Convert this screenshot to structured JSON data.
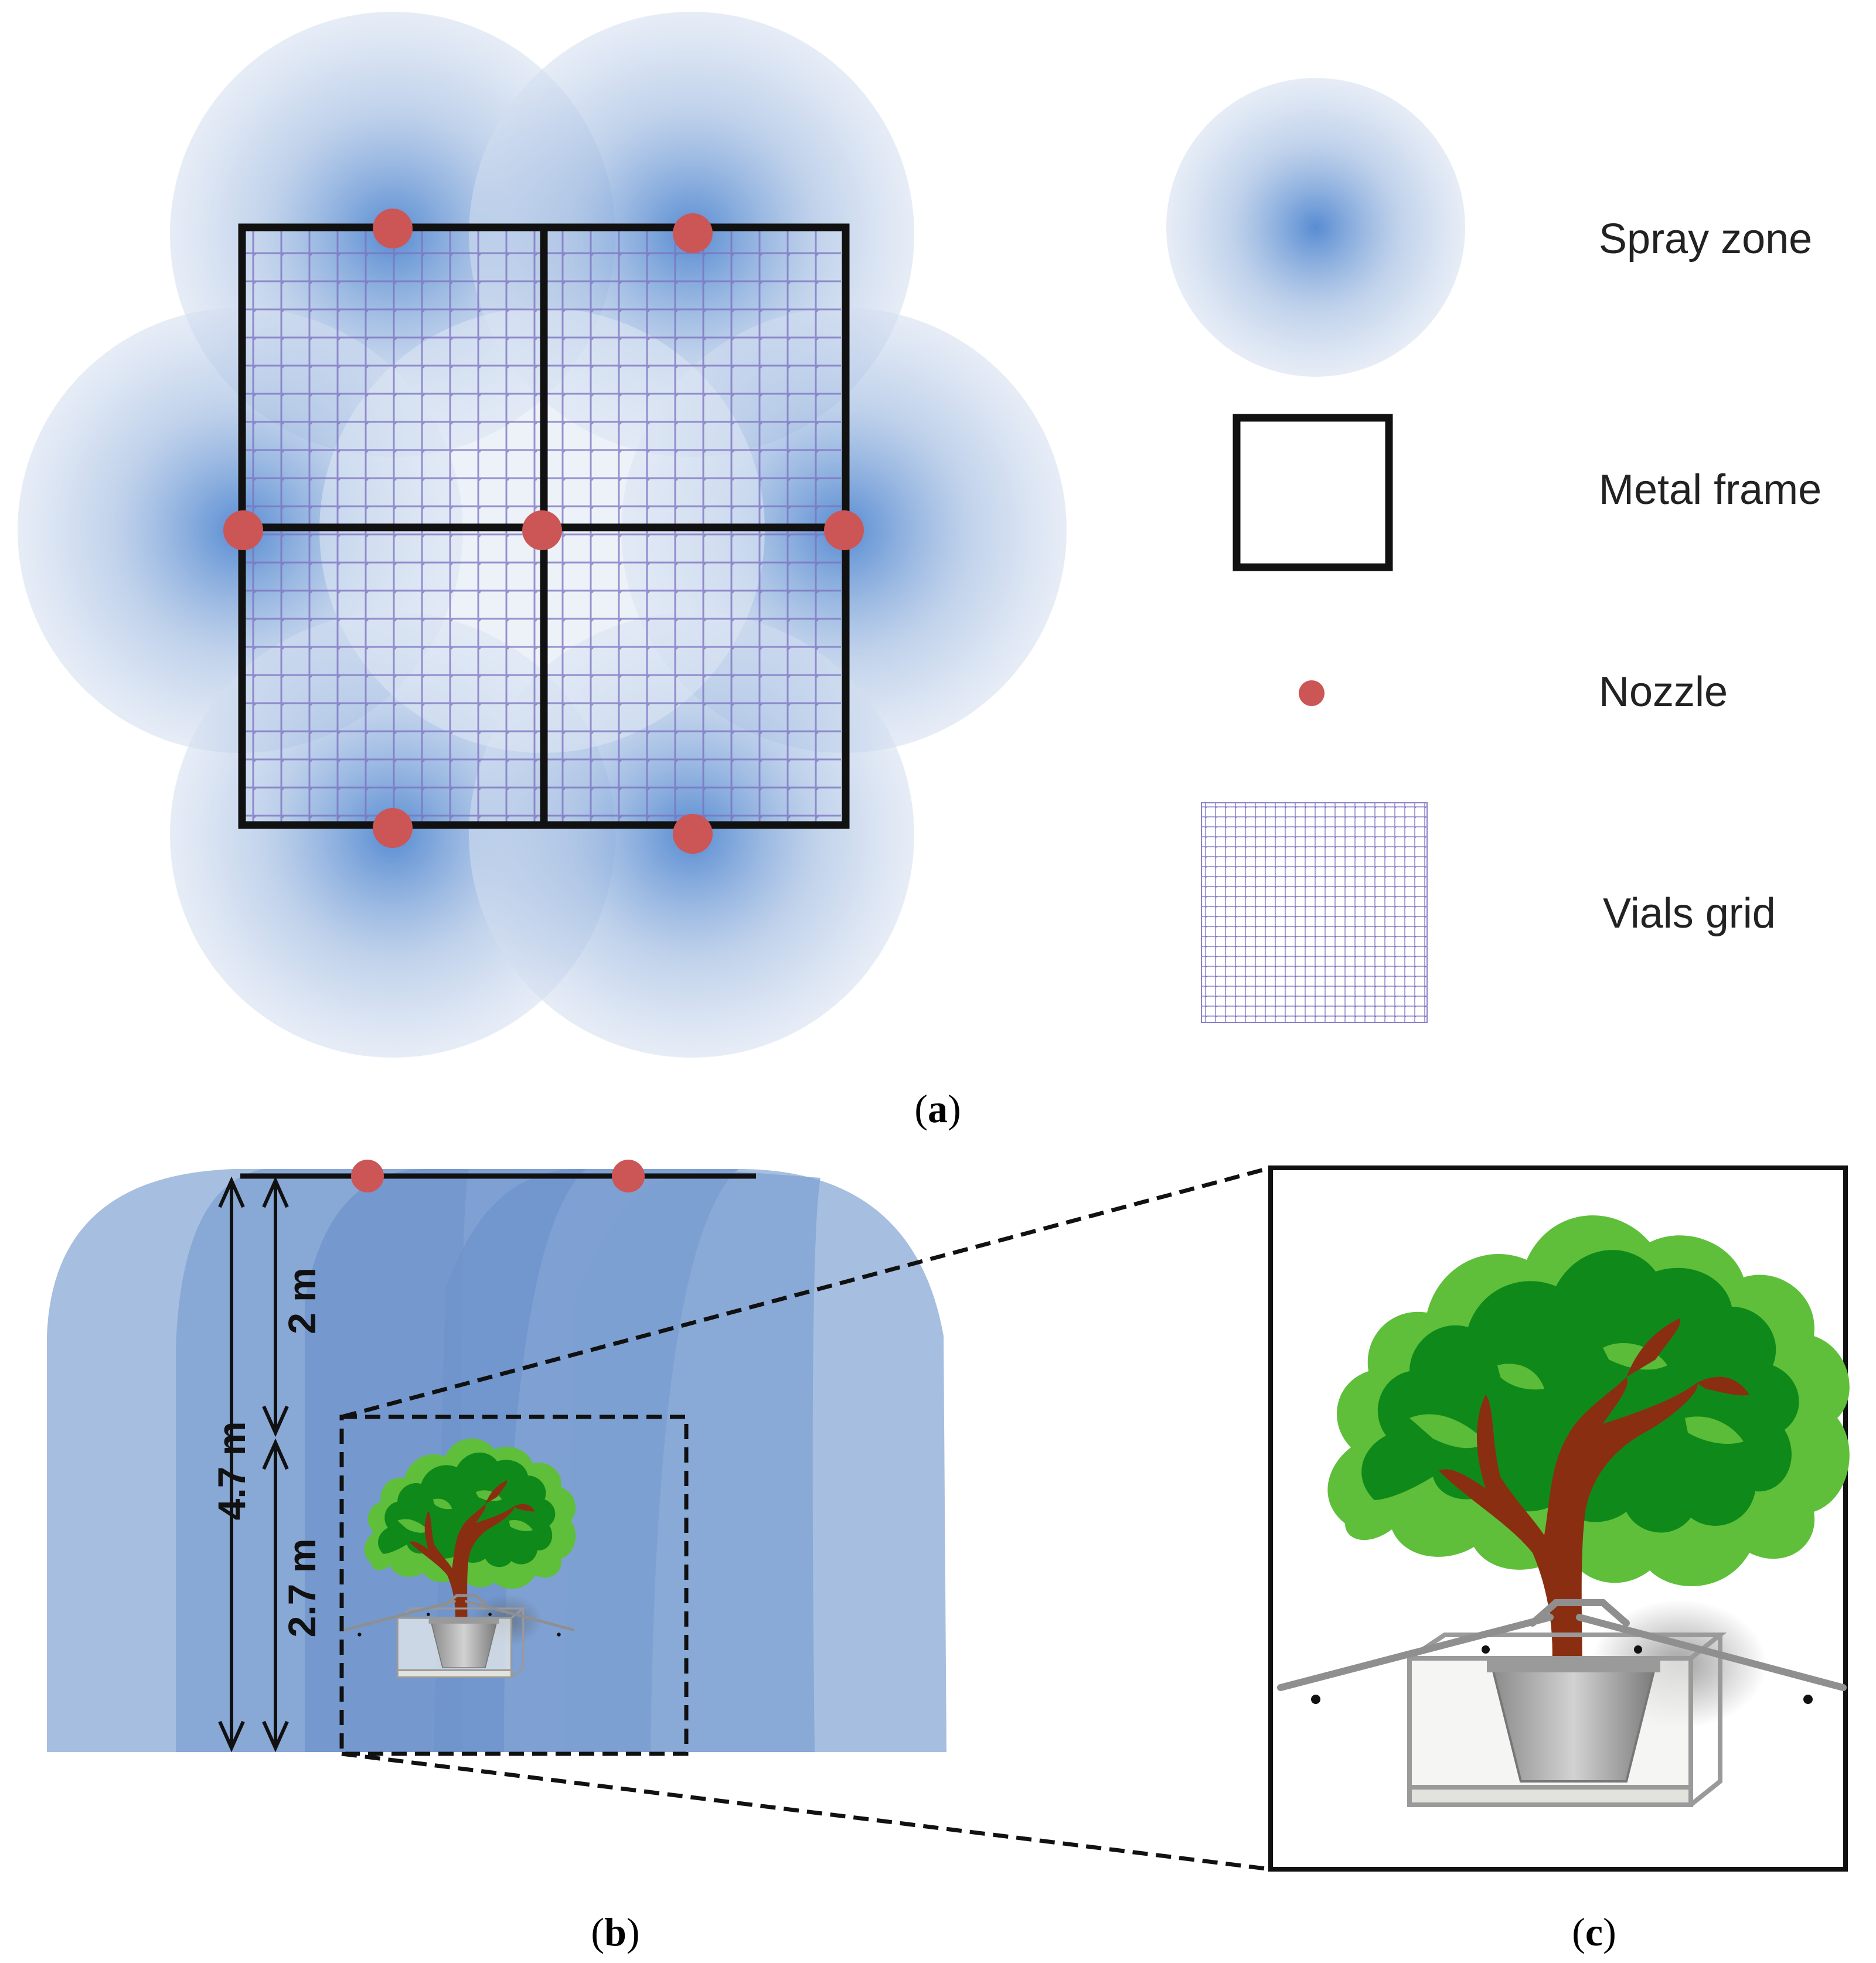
{
  "legend": {
    "spray_zone": "Spray zone",
    "metal_frame": "Metal frame",
    "nozzle": "Nozzle",
    "vials_grid": "Vials grid"
  },
  "panels": {
    "a": {
      "open": "(",
      "letter": "a",
      "close": ")"
    },
    "b": {
      "open": "(",
      "letter": "b",
      "close": ")"
    },
    "c": {
      "open": "(",
      "letter": "c",
      "close": ")"
    }
  },
  "dimensions": {
    "total_height": "4.7 m",
    "upper_height": "2 m",
    "lower_height": "2.7 m"
  },
  "colors": {
    "spray_center": "#5b8fd4",
    "spray_edge": "#d6e1ef",
    "nozzle": "#cc5555",
    "frame": "#111111",
    "vial_grid": "#6f63b8",
    "foliage_light": "#5fbf3a",
    "foliage_dark": "#0f8a1a",
    "trunk": "#8a2e12",
    "curtain": "#5f86c6"
  },
  "icons": {
    "tree": "tree-icon",
    "pot": "plant-pot-icon",
    "container": "transparent-box-icon"
  }
}
